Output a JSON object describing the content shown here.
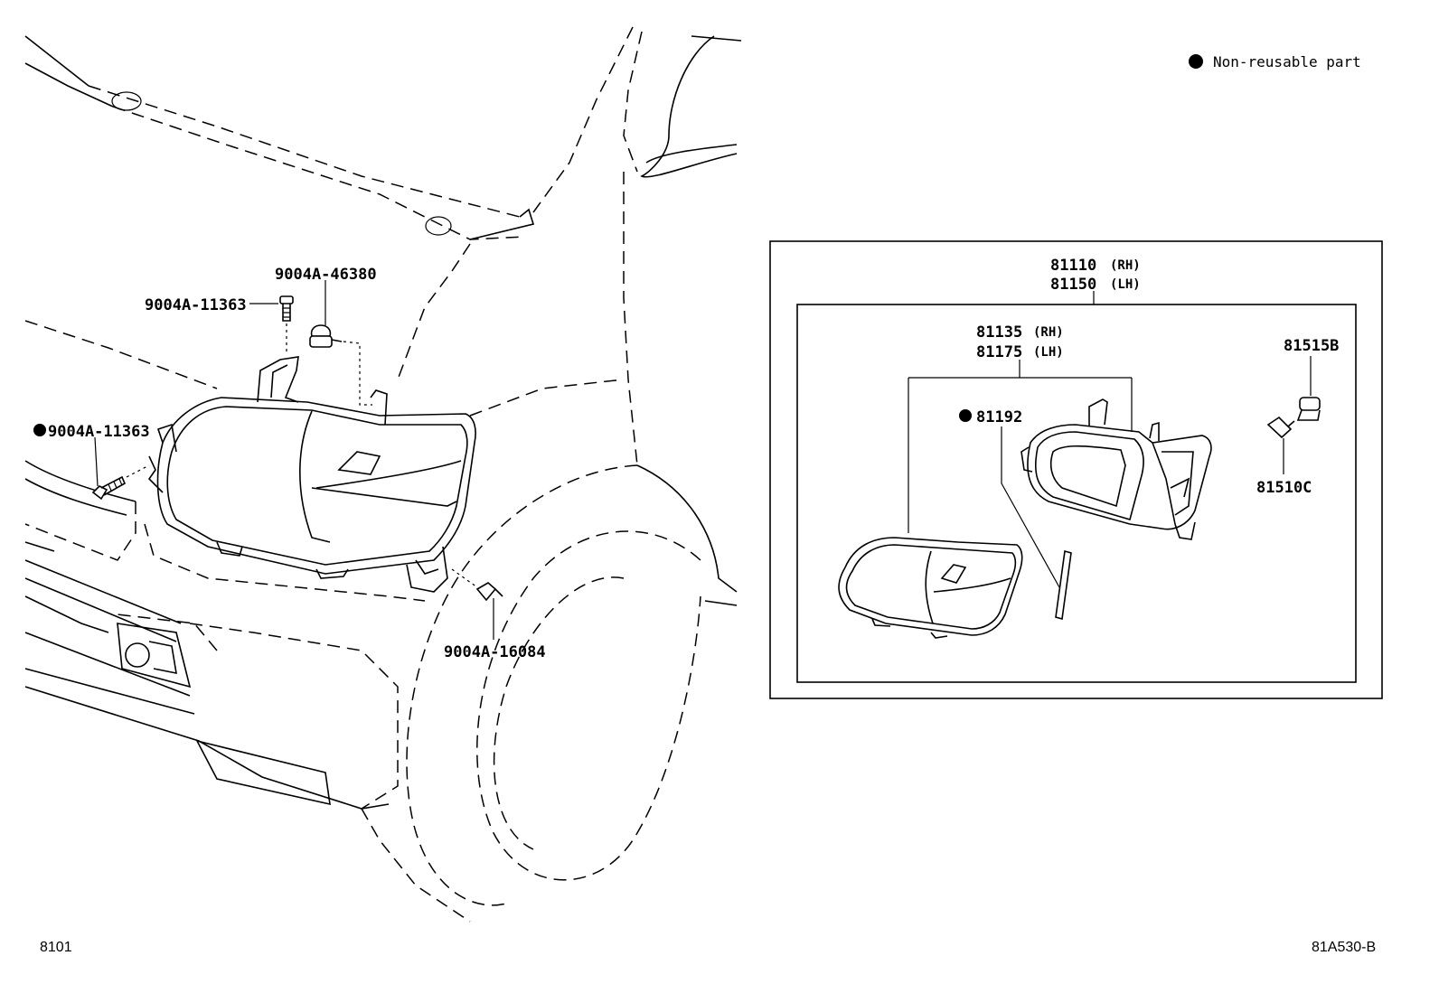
{
  "legend": {
    "text": "Non-reusable part"
  },
  "callouts": {
    "bolt_top": "9004A-11363",
    "bolt_top_right": "9004A-46380",
    "bolt_left": "9004A-11363",
    "clip_bottom": "9004A-16084",
    "headlamp_assy_rh": "81110",
    "headlamp_assy_rh_side": "(RH)",
    "headlamp_assy_lh": "81150",
    "headlamp_assy_lh_side": "(LH)",
    "unit_rh": "81135",
    "unit_rh_side": "(RH)",
    "unit_lh": "81175",
    "unit_lh_side": "(LH)",
    "gasket": "81192",
    "socket": "81515B",
    "bulb": "81510C"
  },
  "footer": {
    "left_code": "8101",
    "right_code": "81A530-B"
  }
}
